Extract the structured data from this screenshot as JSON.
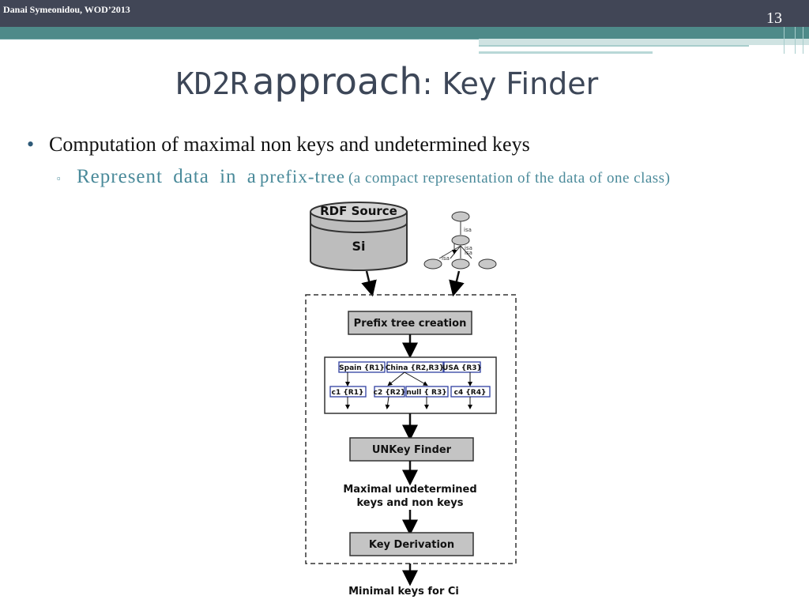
{
  "header": {
    "author": "Danai Symeonidou, WOD’2013",
    "slide_number": "13"
  },
  "title": {
    "part1": "KD2R",
    "part2": "approach",
    "part3": ": Key Finder"
  },
  "bullets": {
    "level1": {
      "marker": "•",
      "text": "Computation of maximal non keys and undetermined keys"
    },
    "level2": {
      "marker": "▫",
      "main": "Represent data in a",
      "term": "prefix-tree",
      "note": "(a compact representation of the data of one class)"
    }
  },
  "diagram": {
    "db_label": "RDF Source",
    "db_sub": "Si",
    "ontology_labels": [
      "isa",
      "isa",
      "isa",
      "isa"
    ],
    "step1": "Prefix tree creation",
    "tree_row1": [
      "Spain {R1}",
      "China {R2,R3}",
      "USA {R3}"
    ],
    "tree_row2": [
      "c1 {R1}",
      "c2 {R2}",
      "null { R3}",
      "c4 {R4}"
    ],
    "step2": "UNKey Finder",
    "mid_text_1": "Maximal undetermined",
    "mid_text_2": "keys and non keys",
    "step3": "Key Derivation",
    "output": "Minimal keys for Ci"
  }
}
